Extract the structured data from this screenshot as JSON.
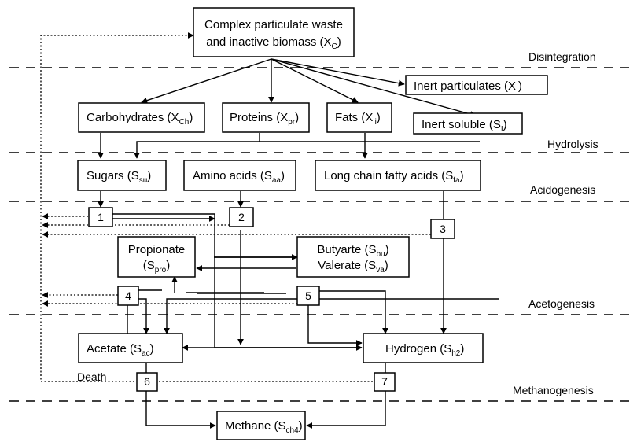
{
  "stages": {
    "disintegration": "Disintegration",
    "hydrolysis": "Hydrolysis",
    "acidogenesis": "Acidogenesis",
    "acetogenesis": "Acetogenesis",
    "methanogenesis": "Methanogenesis"
  },
  "nodes": {
    "complex": {
      "line1": "Complex particulate waste",
      "line2": "and inactive biomass (X",
      "sub": "C",
      "close": ")"
    },
    "inert_particulates": {
      "text": "Inert particulates (X",
      "sub": "I",
      "close": ")"
    },
    "inert_soluble": {
      "text": "Inert soluble (S",
      "sub": "I",
      "close": ")"
    },
    "carbohydrates": {
      "text": "Carbohydrates (X",
      "sub": "Ch",
      "close": ")"
    },
    "proteins": {
      "text": "Proteins (X",
      "sub": "pr",
      "close": ")"
    },
    "fats": {
      "text": "Fats (X",
      "sub": "li",
      "close": ")"
    },
    "sugars": {
      "text": "Sugars (S",
      "sub": "su",
      "close": ")"
    },
    "amino_acids": {
      "text": "Amino acids (S",
      "sub": "aa",
      "close": ")"
    },
    "lcfa": {
      "text": "Long chain fatty acids (S",
      "sub": "fa",
      "close": ")"
    },
    "propionate": {
      "line1": "Propionate",
      "line2": "(S",
      "sub": "pro",
      "close": ")"
    },
    "butyrate": {
      "line1": "Butyarte (S",
      "sub1": "bu",
      "close1": ")",
      "line2": "Valerate (S",
      "sub2": "va",
      "close2": ")"
    },
    "acetate": {
      "text": "Acetate (S",
      "sub": "ac",
      "close": ")"
    },
    "hydrogen": {
      "text": "Hydrogen (S",
      "sub": "h2",
      "close": ")"
    },
    "methane": {
      "text": "Methane (S",
      "sub": "ch4",
      "close": ")"
    }
  },
  "processes": [
    "1",
    "2",
    "3",
    "4",
    "5",
    "6",
    "7"
  ],
  "death_label": "Death"
}
